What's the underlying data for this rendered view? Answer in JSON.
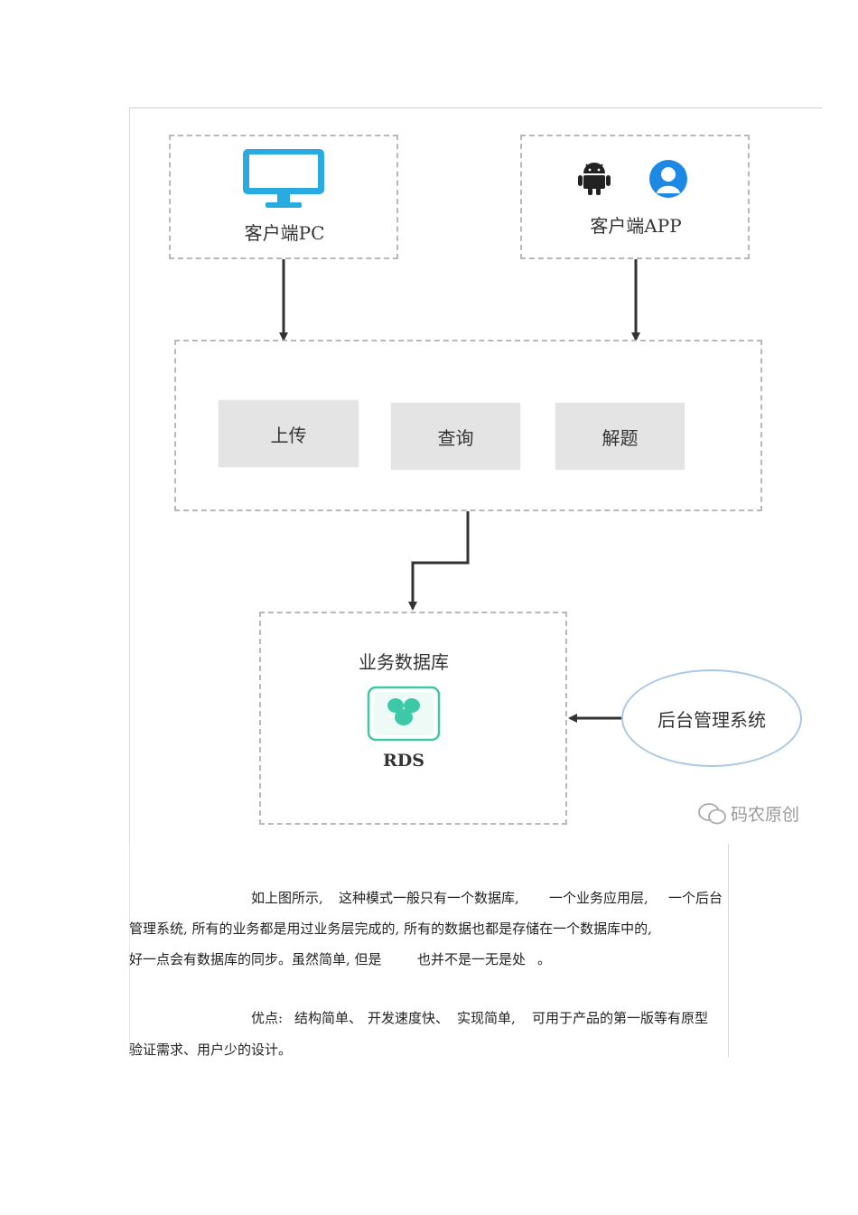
{
  "diagram": {
    "client_pc_label": "客户端PC",
    "client_app_label": "客户端APP",
    "service_buttons": [
      "上传",
      "查询",
      "解题"
    ],
    "database_title": "业务数据库",
    "database_name": "RDS",
    "admin_label": "后台管理系统",
    "watermark": "码农原创",
    "icons": [
      "monitor-icon",
      "android-icon",
      "apple-user-icon",
      "rds-database-icon",
      "wechat-icon"
    ],
    "colors": {
      "monitor": "#29abe2",
      "apple": "#1e88e5",
      "rds": "#3cc9a8",
      "ellipse_border": "#a9c9e6"
    }
  },
  "text": {
    "p1_line1_a": "如上图所示,",
    "p1_line1_b": "这种模式一般只有一个数据库,",
    "p1_line1_c": "一个业务应用层,",
    "p1_line1_d": "一个后台",
    "p1_line2": "管理系统, 所有的业务都是用过业务层完成的, 所有的数据也都是存储在一个数据库中的,",
    "p1_line3_a": "好一点会有数据库的同步。虽然简单, 但是",
    "p1_line3_b": "也并不是一无是处",
    "p1_line3_c": "。",
    "p2_line1_a": "优点:",
    "p2_line1_b": "结构简单、",
    "p2_line1_c": "开发速度快、",
    "p2_line1_d": "实现简单,",
    "p2_line1_e": "可用于产品的第一版等有原型",
    "p2_line2": "验证需求、用户少的设计。"
  }
}
